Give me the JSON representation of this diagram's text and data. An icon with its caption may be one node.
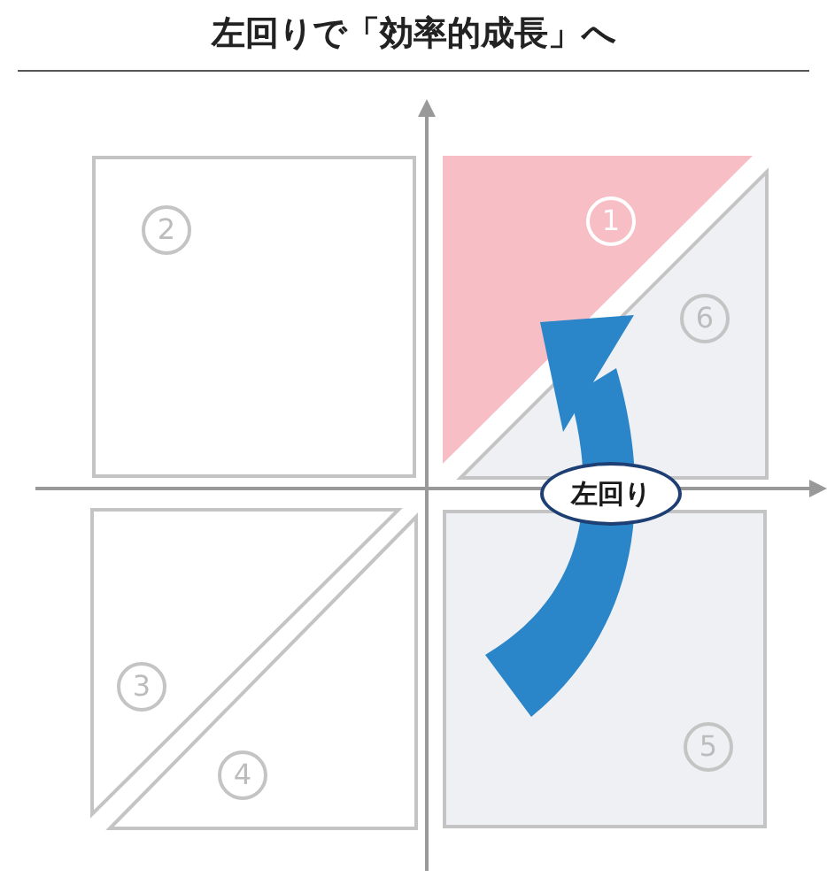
{
  "diagram": {
    "title": "左回りで「効率的成長」へ",
    "nodes": [
      {
        "text": [
          "2"
        ]
      },
      {
        "text": [
          "1"
        ]
      },
      {
        "text": [
          "6"
        ]
      },
      {
        "text": [
          "3"
        ]
      },
      {
        "text": [
          "4"
        ]
      },
      {
        "text": [
          "5"
        ]
      },
      {
        "text": [
          "左回り"
        ]
      }
    ]
  }
}
